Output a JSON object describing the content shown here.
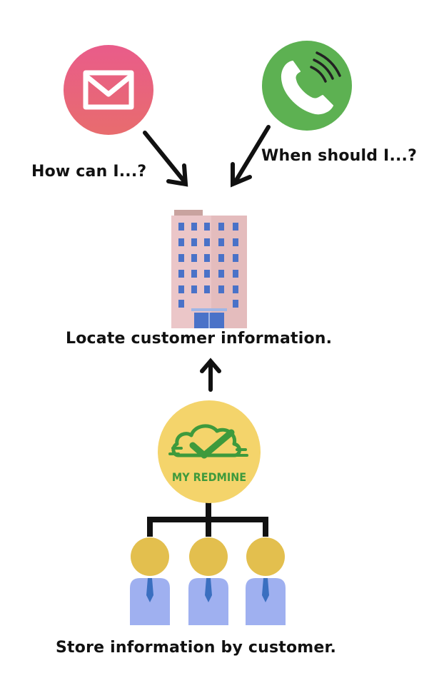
{
  "email_question": "How can I...?",
  "phone_question": "When should I...?",
  "building_caption": "Locate customer information.",
  "logo_text": "MY REDMINE",
  "bottom_caption": "Store information by customer.",
  "icons": {
    "email": "envelope-icon",
    "phone": "phone-icon",
    "building": "office-building-icon",
    "logo": "cloud-checkmark-logo",
    "people": "user-icon"
  },
  "colors": {
    "email_circle": "#e4647f",
    "phone_circle": "#5db152",
    "logo_circle": "#f4d46b",
    "logo_green": "#3e9a3c",
    "person_head": "#e3bf4e",
    "person_body": "#9fb0f0",
    "tie": "#3a6fc0"
  }
}
